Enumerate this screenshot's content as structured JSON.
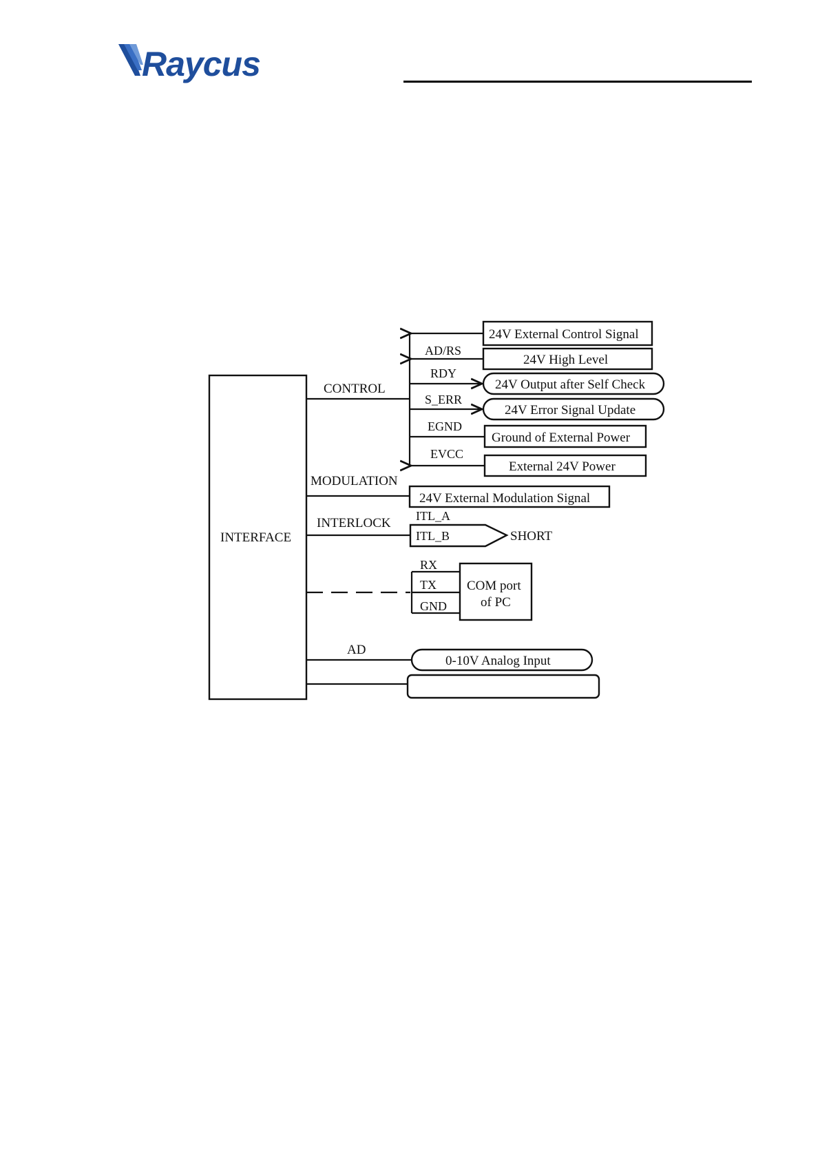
{
  "header": {
    "logo_text": "Raycus",
    "brand_color": "#1f4e9c"
  },
  "diagram": {
    "interface_label": "INTERFACE",
    "groups": {
      "control": "CONTROL",
      "modulation": "MODULATION",
      "interlock": "INTERLOCK",
      "ad": "AD"
    },
    "control_pins": {
      "adrs": "AD/RS",
      "rdy": "RDY",
      "serr": "S_ERR",
      "egnd": "EGND",
      "evcc": "EVCC"
    },
    "control_signals": {
      "ext_control": "24V External Control Signal",
      "high_level": "24V High Level",
      "self_check": "24V Output after Self Check",
      "error_update": "24V Error Signal Update",
      "ground_ext": "Ground of External Power",
      "ext_power": "External 24V Power"
    },
    "modulation_signal": "24V External Modulation Signal",
    "interlock": {
      "itl_a": "ITL_A",
      "itl_b": "ITL_B",
      "short": "SHORT"
    },
    "com": {
      "rx": "RX",
      "tx": "TX",
      "gnd": "GND",
      "port_line1": "COM port",
      "port_line2": "of PC"
    },
    "analog_input": "0-10V Analog Input"
  }
}
